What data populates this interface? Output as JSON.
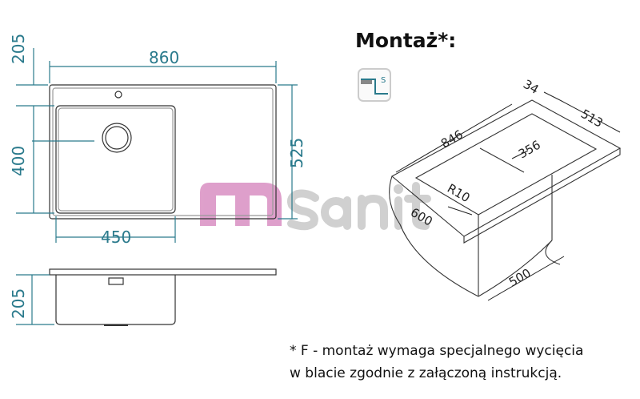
{
  "colors": {
    "dimension": "#2a7a8c",
    "outline": "#333333",
    "watermark_m": "#d98fc2",
    "watermark_text": "#c8c8c8"
  },
  "top_view": {
    "width": "860",
    "depth": "525",
    "bowl_width": "450",
    "bowl_depth": "400",
    "offset": "205"
  },
  "side_view": {
    "depth": "205"
  },
  "mounting": {
    "title": "Montaż*:",
    "icon_letter": "S",
    "icon": "flush-mount-icon"
  },
  "iso_view": {
    "length": "846",
    "rim": "34",
    "width": "513",
    "bowl_width": "356",
    "radius": "R10",
    "cabinet_depth": "600",
    "cabinet_width": "500"
  },
  "watermark": {
    "brand": "msanit"
  },
  "footnote": {
    "line1": "* F - montaż wymaga specjalnego wycięcia",
    "line2": "w blacie zgodnie z załączoną instrukcją."
  }
}
